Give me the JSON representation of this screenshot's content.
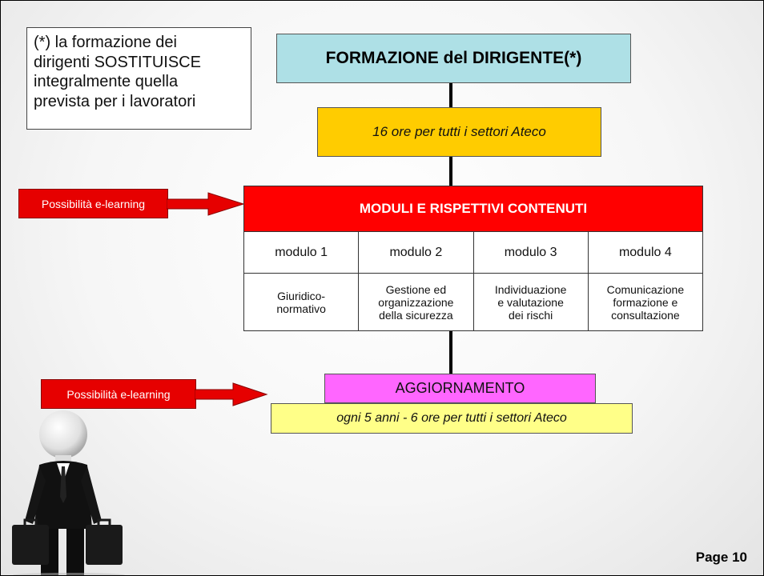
{
  "note": {
    "lines": [
      "(*) la formazione dei",
      "dirigenti SOSTITUISCE",
      "integralmente quella",
      "prevista per i lavoratori"
    ]
  },
  "title": "FORMAZIONE del DIRIGENTE(*)",
  "hours": "16 ore per tutti i settori Ateco",
  "elearning_label_1": "Possibilità e-learning",
  "elearning_label_2": "Possibilità e-learning",
  "modules": {
    "header": "MODULI E RISPETTIVI CONTENUTI",
    "items": [
      {
        "name": "modulo 1",
        "desc": [
          "Giuridico-",
          "normativo"
        ]
      },
      {
        "name": "modulo 2",
        "desc": [
          "Gestione ed",
          "organizzazione",
          "della sicurezza"
        ]
      },
      {
        "name": "modulo 3",
        "desc": [
          "Individuazione",
          "e valutazione",
          "dei rischi"
        ]
      },
      {
        "name": "modulo 4",
        "desc": [
          "Comunicazione",
          "formazione e",
          "consultazione"
        ]
      }
    ]
  },
  "update": {
    "title": "AGGIORNAMENTO",
    "subtitle": "ogni 5 anni - 6 ore per tutti i settori Ateco"
  },
  "page_label": "Page 10",
  "colors": {
    "title_bg": "#aee0e6",
    "hours_bg": "#ffcc00",
    "modules_header_bg": "#ff0000",
    "elearning_bg": "#e60000",
    "update_bg": "#ff66ff",
    "update_sub_bg": "#ffff88"
  }
}
